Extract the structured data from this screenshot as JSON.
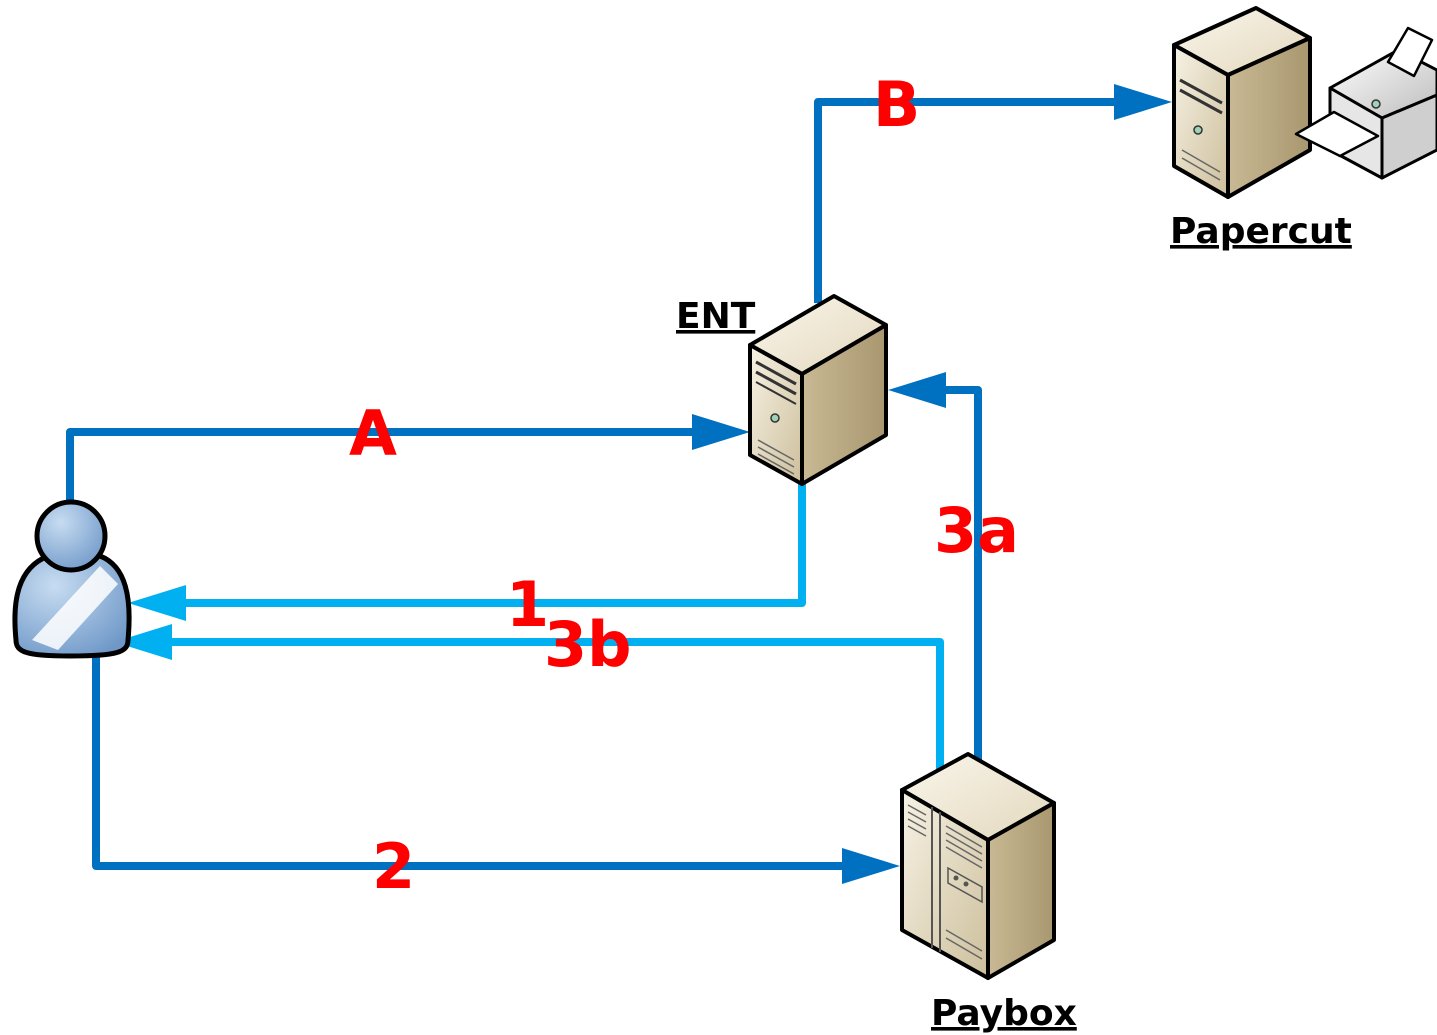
{
  "colors": {
    "dark_arrow": "#0070c0",
    "light_arrow": "#00b0f0",
    "step_label": "#ff0000",
    "node_label": "#000000",
    "server_body": "#e8dfc8",
    "user_fill": "#8fb3d9"
  },
  "nodes": {
    "user": {
      "icon": "user-icon"
    },
    "ent": {
      "label": "ENT",
      "icon": "tower-server-icon"
    },
    "papercut": {
      "label": "Papercut",
      "icon": "server-printer-icon"
    },
    "paybox": {
      "label": "Paybox",
      "icon": "cabinet-server-icon"
    }
  },
  "steps": {
    "a": {
      "label": "A",
      "from": "user",
      "to": "ENT"
    },
    "b": {
      "label": "B",
      "from": "ENT",
      "to": "Papercut"
    },
    "one": {
      "label": "1",
      "from": "ENT",
      "to": "user"
    },
    "two": {
      "label": "2",
      "from": "user",
      "to": "Paybox"
    },
    "three_a": {
      "label": "3a",
      "from": "Paybox",
      "to": "ENT"
    },
    "three_b": {
      "label": "3b",
      "from": "Paybox",
      "to": "user"
    }
  }
}
